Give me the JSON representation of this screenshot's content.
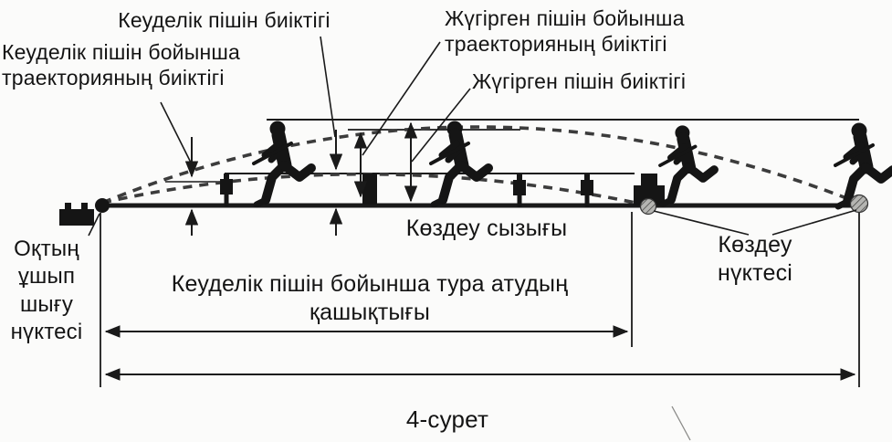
{
  "figure": {
    "type": "ballistics-trajectory-diagram",
    "caption": "4-сурет",
    "ink_color": "#1a1a1a",
    "paper_color": "#fbfbfa",
    "aim_point_fill": "#9a9a9a"
  },
  "labels": {
    "chest_height": "Кеуделік пішін биіктігі",
    "chest_traj_height": "Кеуделік пішін бойынша\nтраекторияның биіктігі",
    "run_traj_height": "Жүгірген пішін бойынша\nтраекторияның биіктігі",
    "run_height": "Жүгірген пішін биіктігі",
    "aim_line": "Көздеу сызығы",
    "aim_point": "Көздеу\nнүктесі",
    "muzzle_point": "Оқтың\nұшып\nшығу\nнүктесі",
    "direct_shot_distance": "Кеуделік пішін бойынша тура атудың\nқашықтығы"
  }
}
